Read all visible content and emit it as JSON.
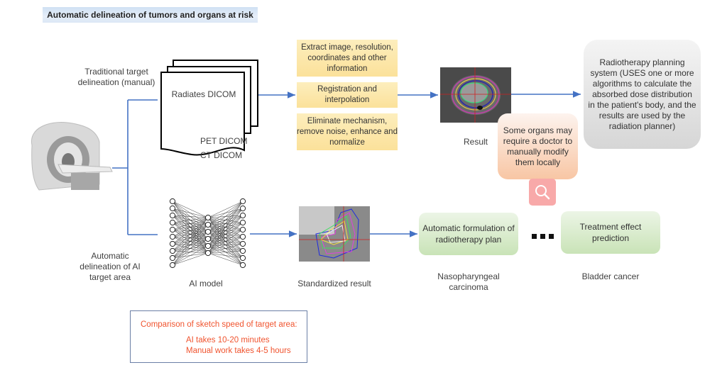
{
  "title": "Automatic delineation of tumors and organs at risk",
  "branches": {
    "traditional_label": "Traditional target delineation (manual)",
    "ai_label": "Automatic delineation of AI target area"
  },
  "dicom": {
    "stack_label": "Radiates DICOM",
    "pet": "PET DICOM",
    "ct": "CT DICOM"
  },
  "preprocessing_steps": [
    "Extract image, resolution, coordinates and other information",
    "Registration and interpolation",
    "Eliminate mechanism, remove noise, enhance and normalize"
  ],
  "result_label": "Result",
  "manual_modify_note": "Some organs may require a doctor to manually modify them locally",
  "planning_system": "Radiotherapy planning system (USES one or more algorithms to calculate the absorbed dose distribution in the patient's body, and the results are used by the radiation planner)",
  "ai_model_label": "AI model",
  "standardized_result_label": "Standardized result",
  "applications": [
    {
      "box": "Automatic formulation of radiotherapy plan",
      "caption": "Nasopharyngeal carcinoma"
    },
    {
      "box": "Treatment effect prediction",
      "caption": "Bladder cancer"
    }
  ],
  "comparison": {
    "heading": "Comparison of sketch speed of target area:",
    "ai": "AI takes 10-20 minutes",
    "manual": "Manual work takes 4-5 hours"
  },
  "colors": {
    "connector": "#4472c4",
    "highlight_text": "#f0542f",
    "search_button": "#f8a9a9"
  },
  "icons": {
    "scanner": "mri-scanner-icon",
    "search": "search-icon",
    "ellipsis": "ellipsis-icon"
  }
}
